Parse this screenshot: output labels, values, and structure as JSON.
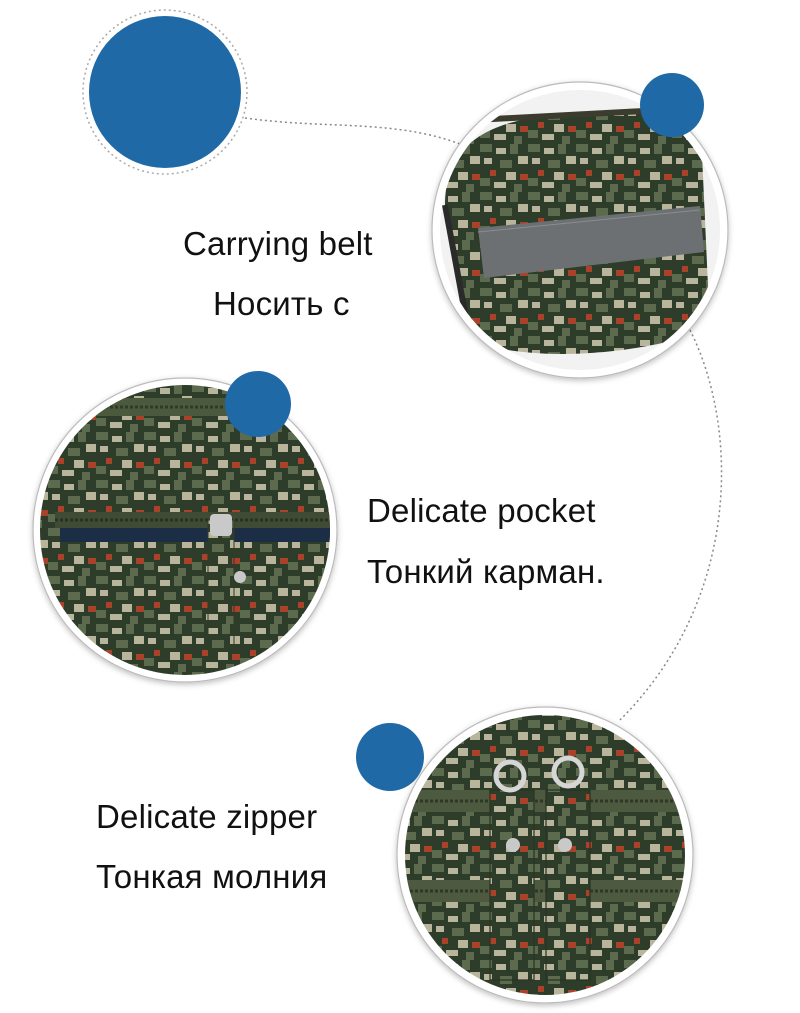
{
  "colors": {
    "accent_dot": "#1f6aa6",
    "camo_green_dark": "#2f3d2c",
    "camo_green_mid": "#5c6b4e",
    "camo_tan": "#b9b59c",
    "camo_red": "#a8432c",
    "strap_grey": "#6d7072",
    "zipper_metal": "#c9c9c9",
    "text": "#111111"
  },
  "features": [
    {
      "caption_en": "Carrying belt",
      "caption_ru": "Носить с",
      "photo_icon": "carry-belt-closeup"
    },
    {
      "caption_en": "Delicate pocket",
      "caption_ru": "Тонкий карман.",
      "photo_icon": "pocket-closeup"
    },
    {
      "caption_en": "Delicate zipper",
      "caption_ru": "Тонкая молния",
      "photo_icon": "zipper-closeup"
    }
  ]
}
